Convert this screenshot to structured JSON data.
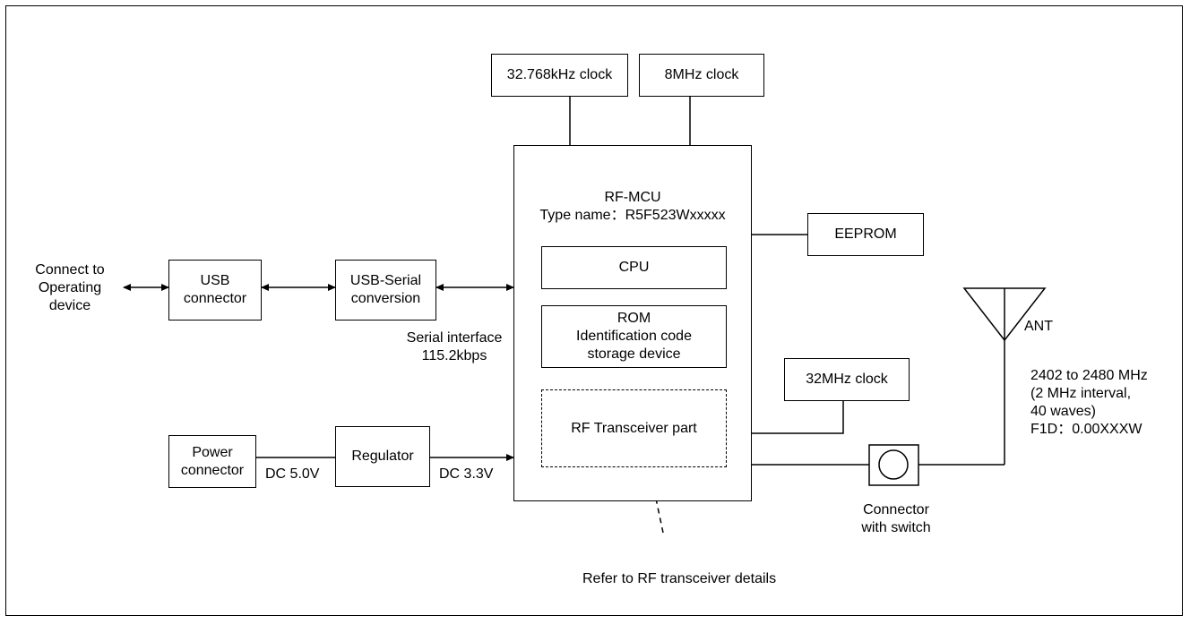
{
  "clocks": {
    "clk32k": "32.768kHz clock",
    "clk8m": "8MHz clock",
    "clk32m": "32MHz clock"
  },
  "mcu": {
    "title": "RF-MCU\nType name：R5F523Wxxxxx",
    "cpu": "CPU",
    "rom": "ROM\nIdentification code\nstorage device",
    "rf": "RF Transceiver part"
  },
  "eeprom": "EEPROM",
  "left": {
    "operating_device": "Connect to\nOperating\ndevice",
    "usb_connector": "USB\nconnector",
    "usb_serial": "USB-Serial\nconversion",
    "serial_interface": "Serial interface\n115.2kbps"
  },
  "power": {
    "power_connector": "Power\nconnector",
    "regulator": "Regulator",
    "dc_in": "DC 5.0V",
    "dc_out": "DC 3.3V"
  },
  "antenna": {
    "label": "ANT",
    "spec": "2402 to 2480 MHz\n(2 MHz interval,\n 40 waves)\nF1D：0.00XXXW"
  },
  "connector_switch": "Connector\nwith switch",
  "rf_note": "Refer to RF transceiver details"
}
